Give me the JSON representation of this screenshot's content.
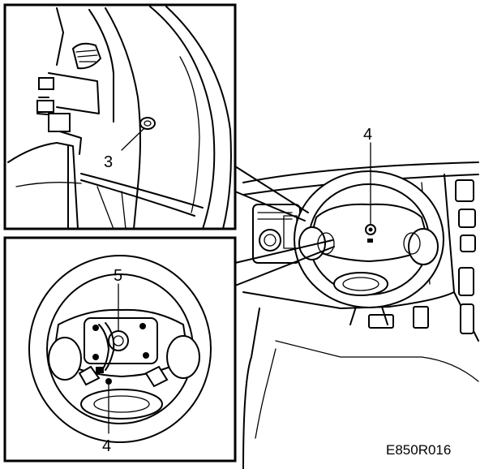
{
  "callouts": {
    "inset_top": "3",
    "main_center": "4",
    "inset_bottom_upper": "5",
    "inset_bottom_lower": "4"
  },
  "figure_code": "E850R016"
}
